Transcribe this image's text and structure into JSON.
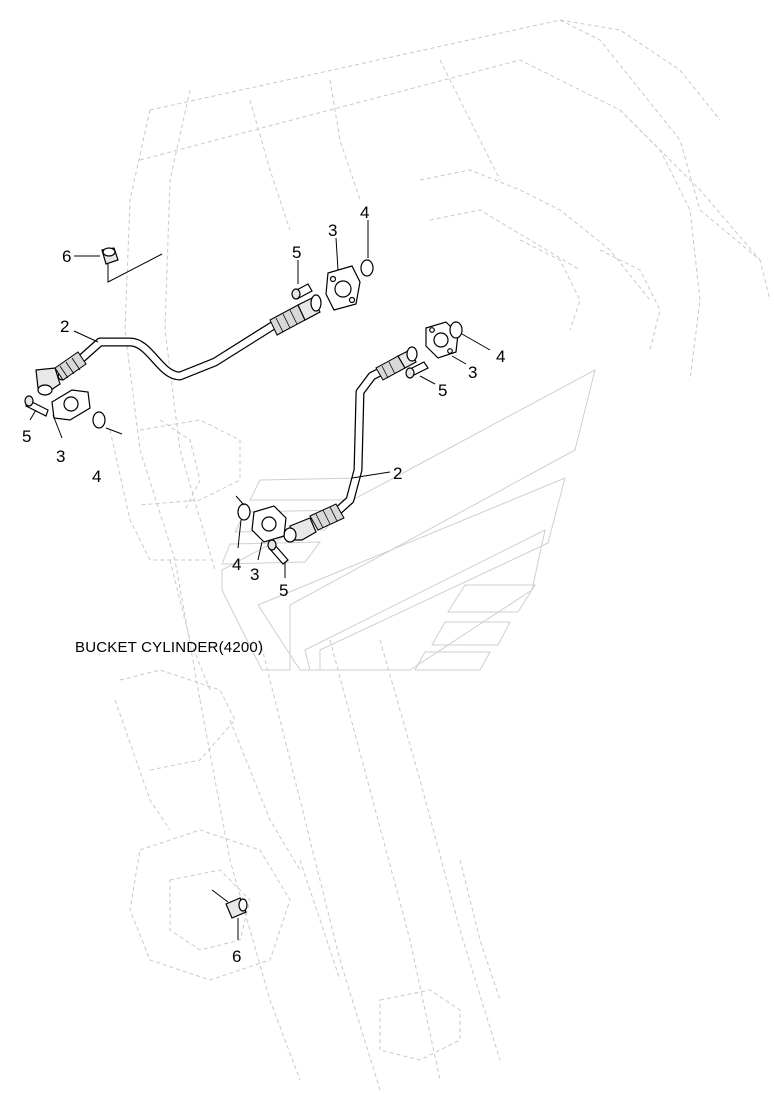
{
  "caption": "BUCKET CYLINDER(4200)",
  "callouts": {
    "upper_hose": "2",
    "upper_flange_right": "3",
    "upper_oring_right": "4",
    "upper_bolt_right": "5",
    "upper_fitting": "6",
    "upper_flange_left": "3",
    "upper_oring_left": "4",
    "upper_bolt_left": "5",
    "lower_hose": "2",
    "lower_flange_right": "3",
    "lower_oring_right": "4",
    "lower_bolt_right": "5",
    "lower_flange_left": "3",
    "lower_oring_left": "4",
    "lower_bolt_left": "5",
    "lower_fitting": "6"
  }
}
